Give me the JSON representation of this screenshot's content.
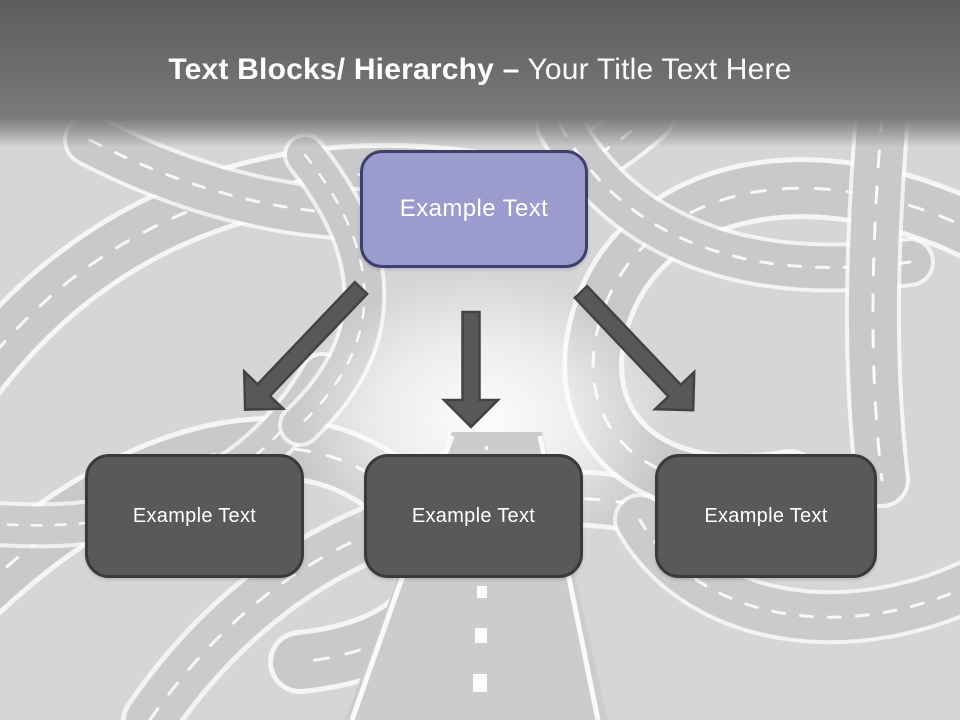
{
  "slide": {
    "title": {
      "bold": "Text Blocks/ Hierarchy –",
      "regular": "Your Title Text Here"
    },
    "diagram": {
      "root_label": "Example Text",
      "children": [
        {
          "label": "Example Text"
        },
        {
          "label": "Example Text"
        },
        {
          "label": "Example Text"
        }
      ]
    },
    "colors": {
      "root_fill": "#9b9bce",
      "root_border": "#3f3f6e",
      "child_fill": "#595959",
      "child_border": "#3a3a3a",
      "arrow_fill": "#585858",
      "arrow_stroke": "#434343",
      "header_gray": "#6b6b6b",
      "background_light": "#d6d6d8",
      "text_color": "#ffffff"
    }
  }
}
